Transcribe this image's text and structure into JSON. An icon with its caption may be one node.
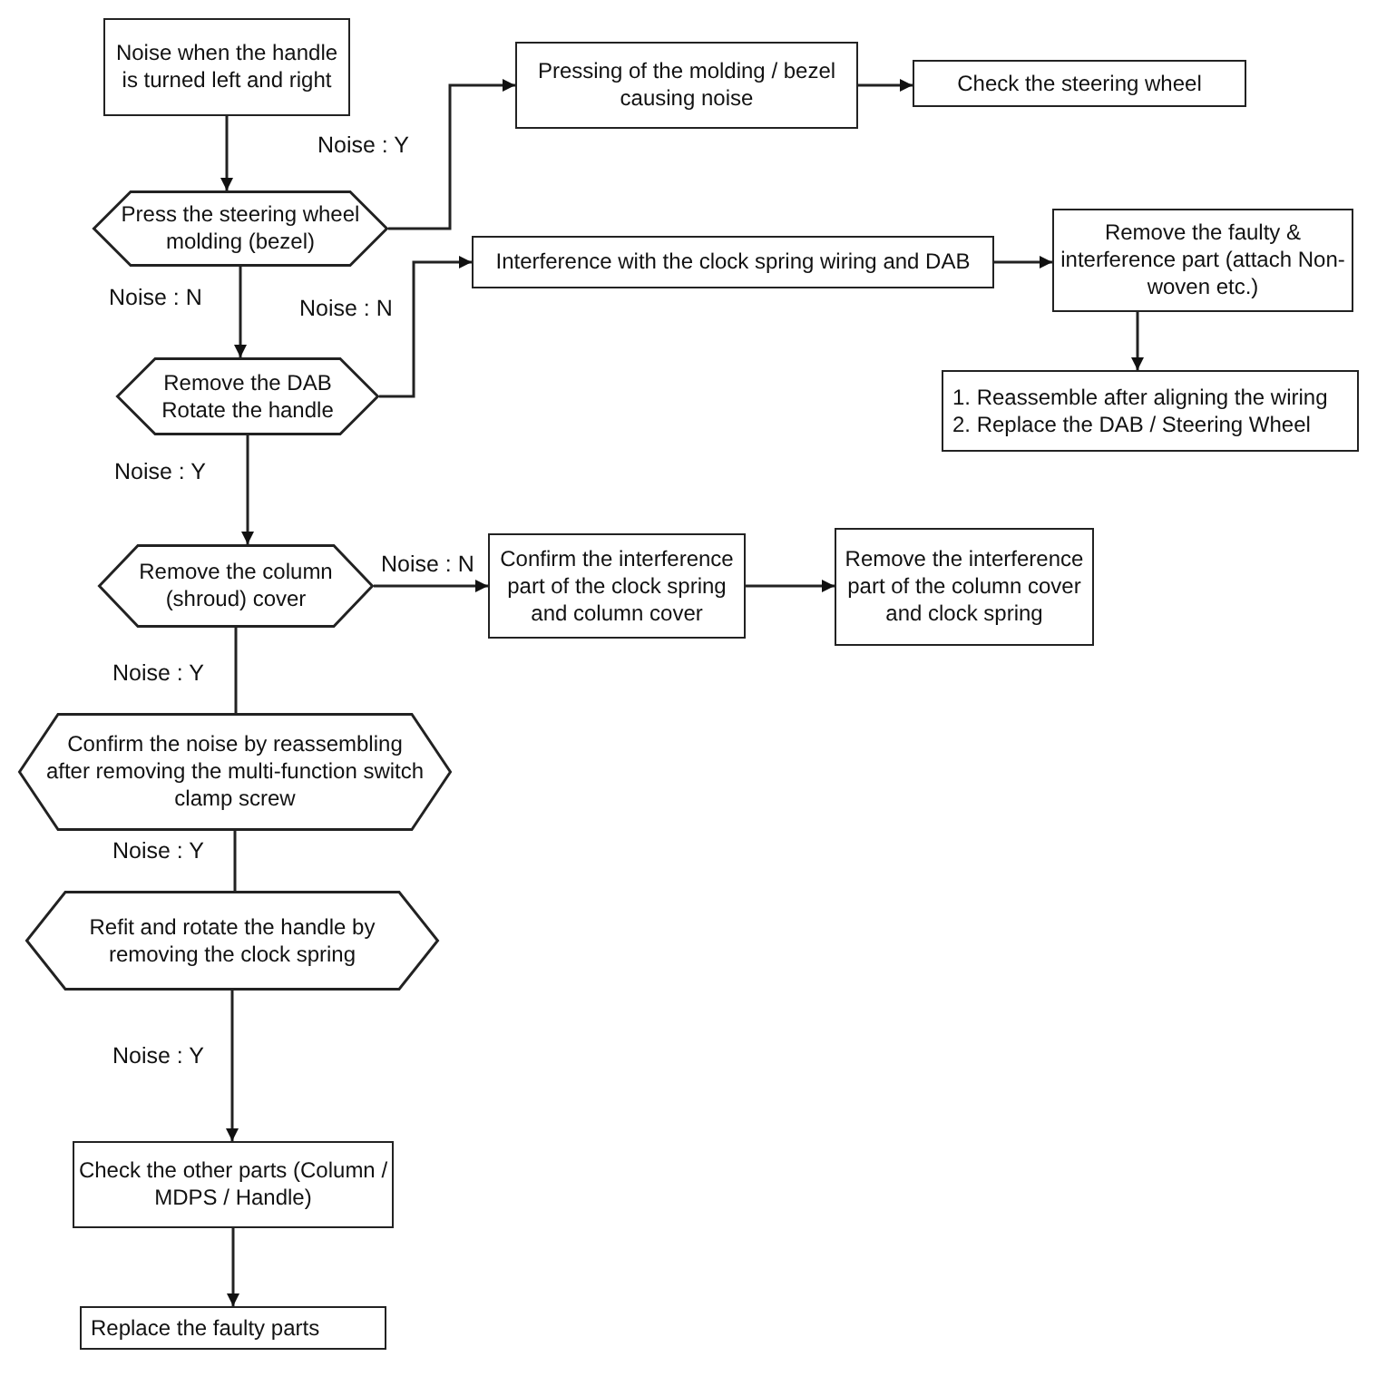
{
  "diagram": {
    "nodes": [
      {
        "text": [
          "Noise when the handle is turned left and right"
        ]
      },
      {
        "text": [
          "Press the steering wheel molding (bezel)"
        ]
      },
      {
        "text": [
          "Pressing of the molding / bezel causing noise"
        ]
      },
      {
        "text": [
          "Check the steering wheel"
        ]
      },
      {
        "text": [
          "Interference with the clock spring wiring and DAB"
        ]
      },
      {
        "text": [
          "Remove the faulty & interference part (attach Non-woven etc.)"
        ]
      },
      {
        "text": [
          "1.  Reassemble after aligning the wiring",
          "2. Replace the DAB / Steering Wheel"
        ]
      },
      {
        "text": [
          "Remove the DAB Rotate the handle"
        ]
      },
      {
        "text": [
          "Remove the column (shroud) cover"
        ]
      },
      {
        "text": [
          "Confirm the interference part of the clock spring and column cover"
        ]
      },
      {
        "text": [
          "Remove the interference part of the column cover and clock spring"
        ]
      },
      {
        "text": [
          "Confirm the noise by reassembling after removing the multi-function switch clamp screw"
        ]
      },
      {
        "text": [
          "Refit and rotate the handle by removing the clock spring"
        ]
      },
      {
        "text": [
          "Check the other parts (Column / MDPS / Handle)"
        ]
      },
      {
        "text": [
          "Replace the faulty parts"
        ]
      }
    ],
    "edges": [
      {
        "from": 0,
        "to": 1,
        "arrow": "to"
      },
      {
        "from": 1,
        "to": 2,
        "arrow": "to",
        "label": "Noise : Y"
      },
      {
        "from": 2,
        "to": 3,
        "arrow": "to"
      },
      {
        "from": 1,
        "to": 7,
        "arrow": "to",
        "label": "Noise : N"
      },
      {
        "from": 7,
        "to": 4,
        "arrow": "to",
        "label": "Noise : N"
      },
      {
        "from": 4,
        "to": 5,
        "arrow": "to"
      },
      {
        "from": 5,
        "to": 6,
        "arrow": "to"
      },
      {
        "from": 7,
        "to": 8,
        "arrow": "to",
        "label": "Noise : Y"
      },
      {
        "from": 8,
        "to": 9,
        "arrow": "to",
        "label": "Noise : N"
      },
      {
        "from": 9,
        "to": 10,
        "arrow": "to"
      },
      {
        "from": 8,
        "to": 11,
        "arrow": "none",
        "label": "Noise : Y"
      },
      {
        "from": 11,
        "to": 12,
        "arrow": "none",
        "label": "Noise : Y"
      },
      {
        "from": 12,
        "to": 13,
        "arrow": "to",
        "label": "Noise : Y"
      },
      {
        "from": 13,
        "to": 14,
        "arrow": "to"
      }
    ]
  }
}
